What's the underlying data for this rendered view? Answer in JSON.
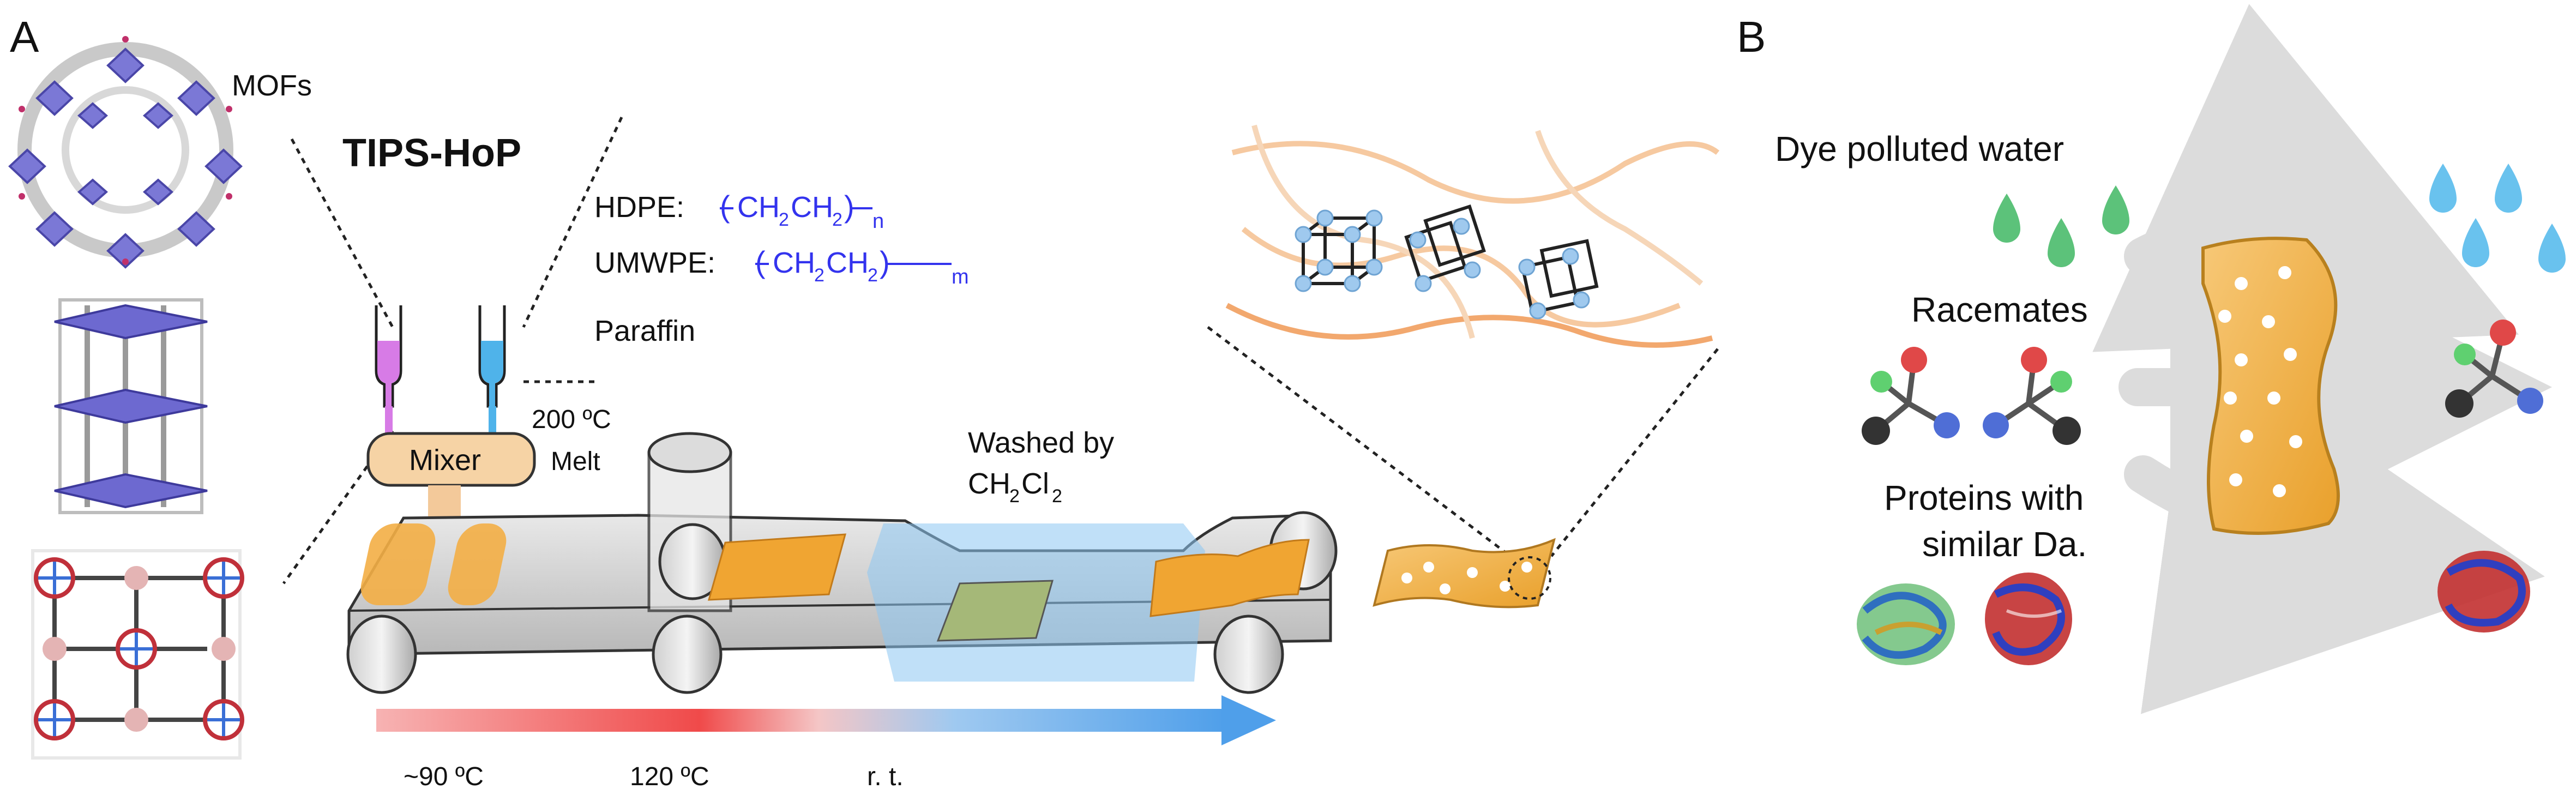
{
  "panels": {
    "a": "A",
    "b": "B"
  },
  "panel_a": {
    "mofs_label": "MOFs",
    "title": "TIPS-HoP",
    "hdpe_label": "HDPE:",
    "umwpe_label": "UMWPE:",
    "paraffin_label": "Paraffin",
    "formula_body": "CH",
    "formula_sub2": "2",
    "sub_n": "n",
    "sub_m": "m",
    "temp_label": "200 ºC",
    "melt_label": "Melt",
    "mixer_label": "Mixer",
    "washed_line1": "Washed by",
    "washed_line2_a": "CH",
    "washed_line2_sub1": "2",
    "washed_line2_b": "Cl",
    "washed_line2_sub2": "2",
    "temp_left": "~90 ºC",
    "temp_mid": "120 ºC",
    "temp_right": "r. t."
  },
  "panel_b": {
    "dye_label": "Dye polluted water",
    "racemates_label": "Racemates",
    "proteins_line1": "Proteins with",
    "proteins_line2": "similar Da."
  },
  "colors": {
    "mof_purple": "#7b78d6",
    "membrane_orange": "#f0a532",
    "syringe_magenta": "#d77be6",
    "syringe_blue": "#4fb3ea",
    "mixer_fill": "#f6d3a5",
    "formula_blue": "#3333ee",
    "gradient_red": "#f25555",
    "gradient_blue": "#5aa8f0",
    "droplet_green": "#5cc27a",
    "droplet_blue": "#69c2ee"
  }
}
